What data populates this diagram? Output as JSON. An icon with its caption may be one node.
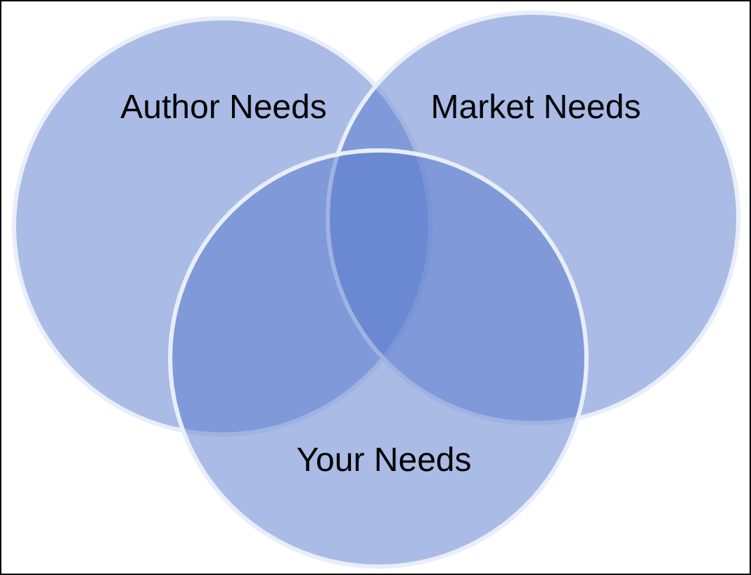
{
  "diagram": {
    "nodes": [
      {
        "text": [
          "Author Needs"
        ]
      },
      {
        "text": [
          "Market Needs"
        ]
      },
      {
        "text": [
          "Your Needs"
        ]
      }
    ]
  }
}
